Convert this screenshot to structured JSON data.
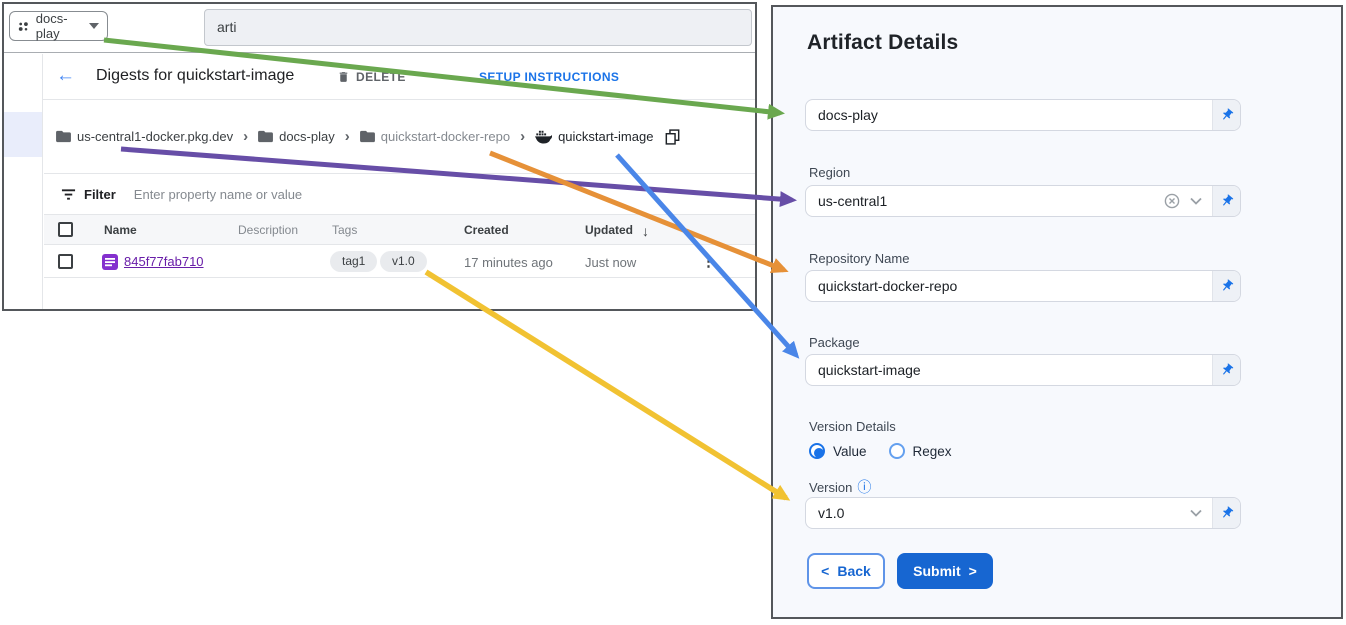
{
  "left_screenshot": {
    "project_selector": {
      "label": "docs-play"
    },
    "search": {
      "value": "arti"
    },
    "toolbar": {
      "back_glyph": "←",
      "title": "Digests for quickstart-image",
      "delete_label": "DELETE",
      "setup_instructions_label": "SETUP INSTRUCTIONS"
    },
    "breadcrumb": {
      "items": [
        "us-central1-docker.pkg.dev",
        "docs-play",
        "quickstart-docker-repo",
        "quickstart-image"
      ],
      "separator": "›"
    },
    "filter": {
      "label": "Filter",
      "placeholder": "Enter property name or value"
    },
    "table": {
      "columns": {
        "name": "Name",
        "description": "Description",
        "tags": "Tags",
        "created": "Created",
        "updated": "Updated"
      },
      "sort_glyph": "↓",
      "row": {
        "name": "845f77fab710",
        "tags": [
          "tag1",
          "v1.0"
        ],
        "created": "17 minutes ago",
        "updated": "Just now",
        "more_glyph": "⋮"
      }
    }
  },
  "panel": {
    "title": "Artifact Details",
    "project_field": {
      "value": "docs-play"
    },
    "region_field": {
      "label": "Region",
      "value": "us-central1"
    },
    "repository_field": {
      "label": "Repository Name",
      "value": "quickstart-docker-repo"
    },
    "package_field": {
      "label": "Package",
      "value": "quickstart-image"
    },
    "version_details": {
      "label": "Version Details",
      "options": [
        {
          "label": "Value",
          "selected": true
        },
        {
          "label": "Regex",
          "selected": false
        }
      ]
    },
    "version_field": {
      "label": "Version",
      "value": "v1.0",
      "info_glyph": "ⓘ"
    },
    "buttons": {
      "back_glyph": "<",
      "back": "Back",
      "submit": "Submit",
      "submit_glyph": ">"
    },
    "colors": {
      "accent": "#1a73e8",
      "panel_bg": "#f7f9fd"
    }
  },
  "arrows": [
    {
      "id": "project-to-artifact-field",
      "color": "#6aa84f"
    },
    {
      "id": "registry-host-to-region",
      "color": "#674ea7"
    },
    {
      "id": "repo-to-repository-name",
      "color": "#e69138"
    },
    {
      "id": "image-to-package",
      "color": "#4a86e8"
    },
    {
      "id": "tag-to-version",
      "color": "#f1c232"
    }
  ]
}
